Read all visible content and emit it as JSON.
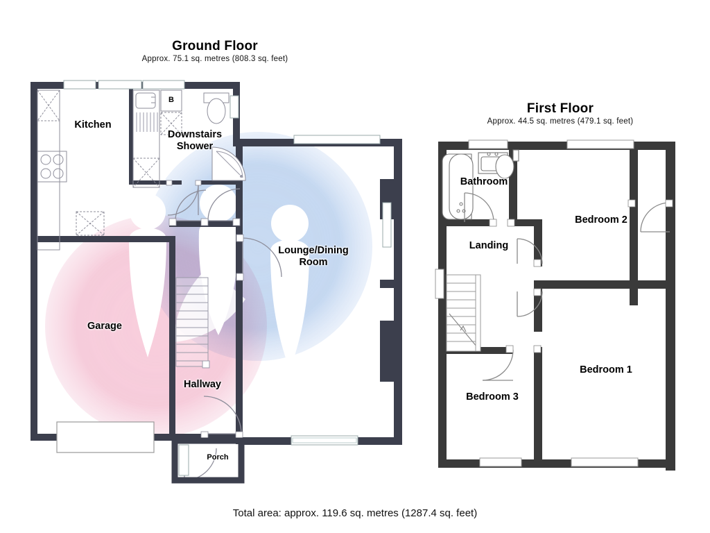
{
  "document": {
    "type": "floorplan",
    "total_area": "Total area: approx. 119.6 sq. metres (1287.4 sq. feet)"
  },
  "floors": [
    {
      "id": "ground",
      "title": "Ground Floor",
      "subtitle": "Approx. 75.1 sq. metres (808.3 sq. feet)",
      "rooms": [
        {
          "name": "Kitchen",
          "label": "Kitchen"
        },
        {
          "name": "Downstairs Shower",
          "label": "Downstairs\nShower"
        },
        {
          "name": "Lounge/Dining Room",
          "label": "Lounge/Dining\nRoom"
        },
        {
          "name": "Garage",
          "label": "Garage"
        },
        {
          "name": "Hallway",
          "label": "Hallway"
        },
        {
          "name": "Porch",
          "label": "Porch"
        }
      ],
      "fixtures": [
        {
          "name": "boiler",
          "label": "B"
        }
      ]
    },
    {
      "id": "first",
      "title": "First Floor",
      "subtitle": "Approx. 44.5 sq. metres (479.1 sq. feet)",
      "rooms": [
        {
          "name": "Bathroom",
          "label": "Bathroom"
        },
        {
          "name": "Landing",
          "label": "Landing"
        },
        {
          "name": "Bedroom 2",
          "label": "Bedroom 2"
        },
        {
          "name": "Bedroom 1",
          "label": "Bedroom 1"
        },
        {
          "name": "Bedroom 3",
          "label": "Bedroom 3"
        }
      ],
      "fixtures": []
    }
  ],
  "colors": {
    "wall_ground": "#3c3f4d",
    "wall_first": "#3a3a3a",
    "room_fill": "#ffffff",
    "watermark_pink": "#f3b9cd",
    "watermark_blue": "#a9c4e8",
    "text": "#000000"
  },
  "watermark": {
    "name": "brand-watermark",
    "visible": true
  }
}
